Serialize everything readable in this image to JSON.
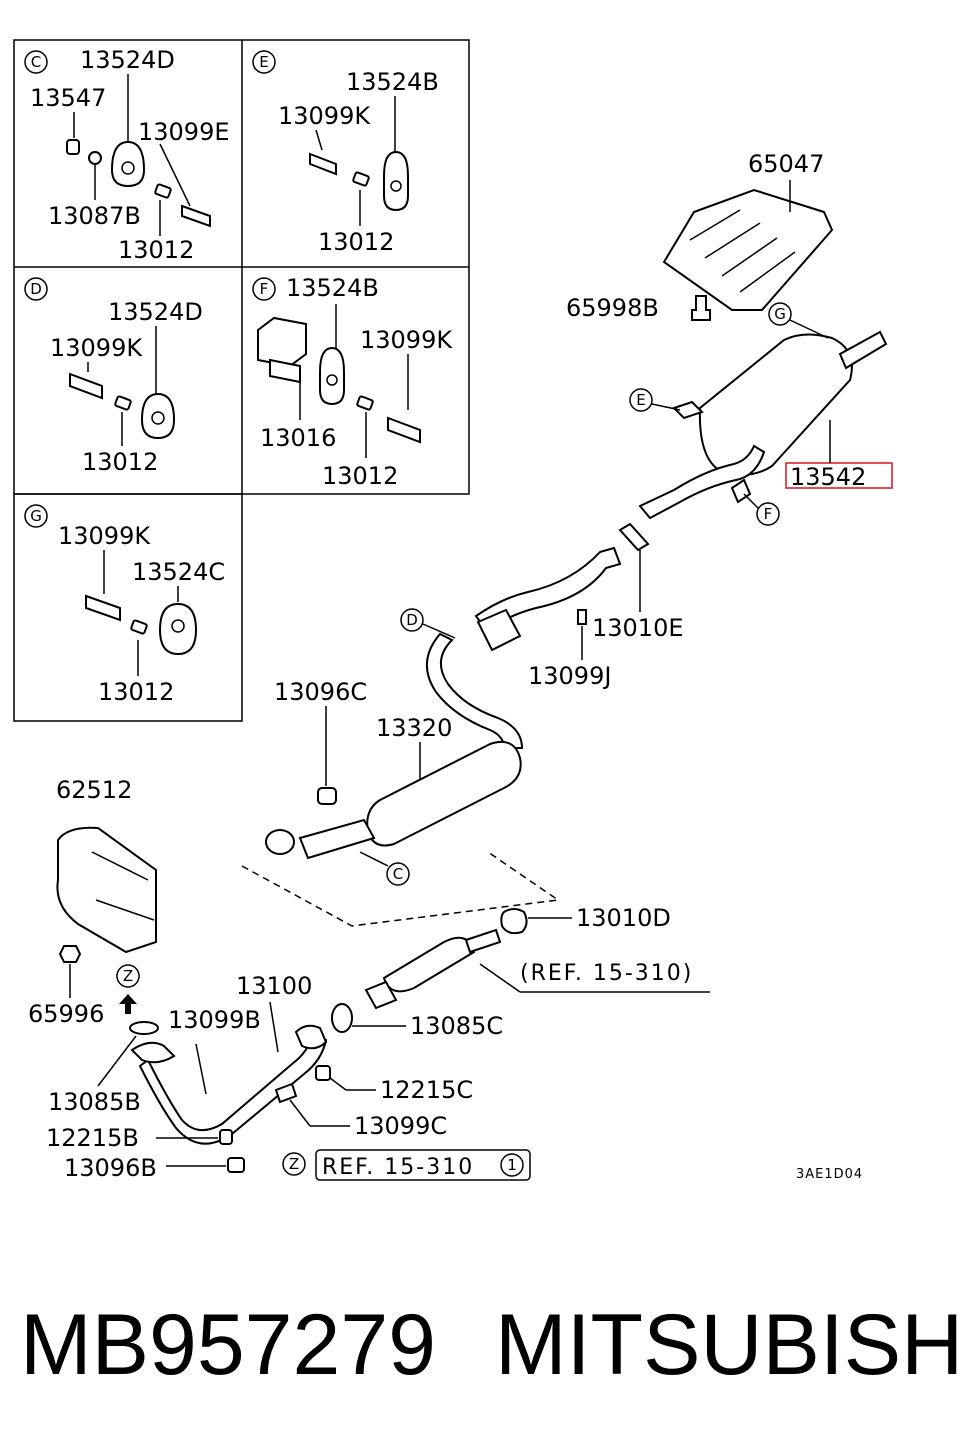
{
  "footer": {
    "part_number": "MB957279",
    "brand": "MITSUBISHI"
  },
  "diagram_code": "3AE1D04",
  "highlight": {
    "label": "13542",
    "color": "#e0202a"
  },
  "detail_boxes": {
    "c": {
      "letter": "C",
      "labels": [
        "13524D",
        "13547",
        "13099E",
        "13087B",
        "13012"
      ]
    },
    "e": {
      "letter": "E",
      "labels": [
        "13524B",
        "13099K",
        "13012"
      ]
    },
    "d": {
      "letter": "D",
      "labels": [
        "13524D",
        "13099K",
        "13012"
      ]
    },
    "f": {
      "letter": "F",
      "labels": [
        "13524B",
        "13099K",
        "13016",
        "13012"
      ]
    },
    "g": {
      "letter": "G",
      "labels": [
        "13099K",
        "13524C",
        "13012"
      ]
    }
  },
  "main_labels": {
    "heat_shield_rear": "65047",
    "bolt_65998b": "65998B",
    "gasket_rear": "13010E",
    "bolt_13099j": "13099J",
    "hanger_rubber": "13096C",
    "center_muffler": "13320",
    "heat_shield_front": "62512",
    "gasket_cat": "13010D",
    "ref_cat": "(REF. 15-310)",
    "nut_65996": "65996",
    "front_pipe": "13100",
    "bolt_13099b": "13099B",
    "gasket_13085c": "13085C",
    "gasket_13085b": "13085B",
    "spring_12215c": "12215C",
    "bolt_13099c": "13099C",
    "spring_12215b": "12215B",
    "nut_13096b": "13096B",
    "ref_z": "REF. 15-310",
    "ref_z_num": "1"
  },
  "callouts": {
    "g": "G",
    "e": "E",
    "f": "F",
    "d": "D",
    "c": "C",
    "z1": "Z",
    "z2": "Z"
  }
}
